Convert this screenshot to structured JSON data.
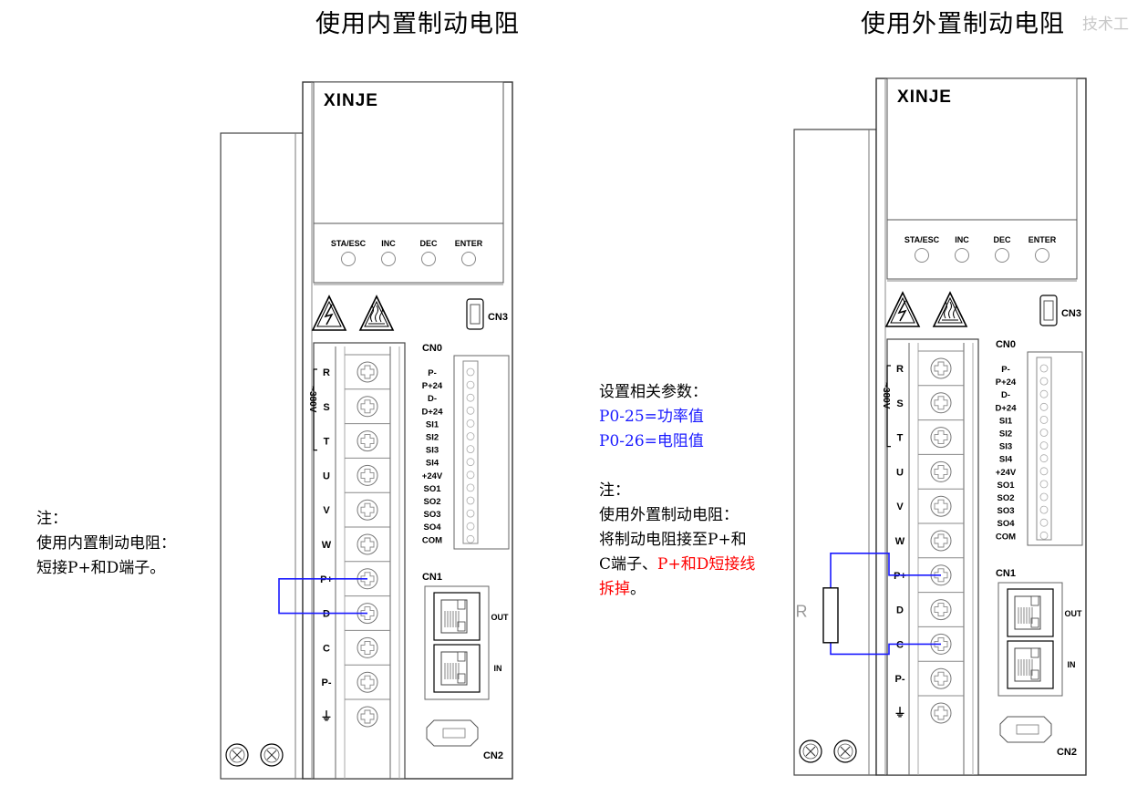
{
  "titles": {
    "left": "使用内置制动电阻",
    "right": "使用外置制动电阻"
  },
  "watermark": "技术工",
  "left_note": {
    "heading": "注：",
    "line1": "使用内置制动电阻：",
    "line2": "短接P+和D端子。"
  },
  "middle_note": {
    "params_heading": "设置相关参数：",
    "param1": "P0-25=功率值",
    "param2": "P0-26=电阻值",
    "note_heading": "注：",
    "line1": "使用外置制动电阻：",
    "line2": "将制动电阻接至P+和",
    "line3_black": "C端子、",
    "line3_red": "P+和D短接线",
    "line4_red": "拆掉",
    "line4_black": "。"
  },
  "resistor_label": "R",
  "drive": {
    "brand": "XINJE",
    "buttons": [
      "STA/ESC",
      "INC",
      "DEC",
      "ENTER"
    ],
    "cn3": "CN3",
    "cn0": "CN0",
    "cn0_pins": [
      "P-",
      "P+24",
      "D-",
      "D+24",
      "SI1",
      "SI2",
      "SI3",
      "SI4",
      "+24V",
      "SO1",
      "SO2",
      "SO3",
      "SO4",
      "COM"
    ],
    "cn1": "CN1",
    "cn1_out": "OUT",
    "cn1_in": "IN",
    "cn2": "CN2",
    "voltage": "~380V",
    "terminals": [
      "R",
      "S",
      "T",
      "U",
      "V",
      "W",
      "P+",
      "D",
      "C",
      "P-",
      "⏚"
    ]
  },
  "colors": {
    "wire": "#1a1aff",
    "red_text": "#ff0000",
    "blue_text": "#1a1aff"
  }
}
